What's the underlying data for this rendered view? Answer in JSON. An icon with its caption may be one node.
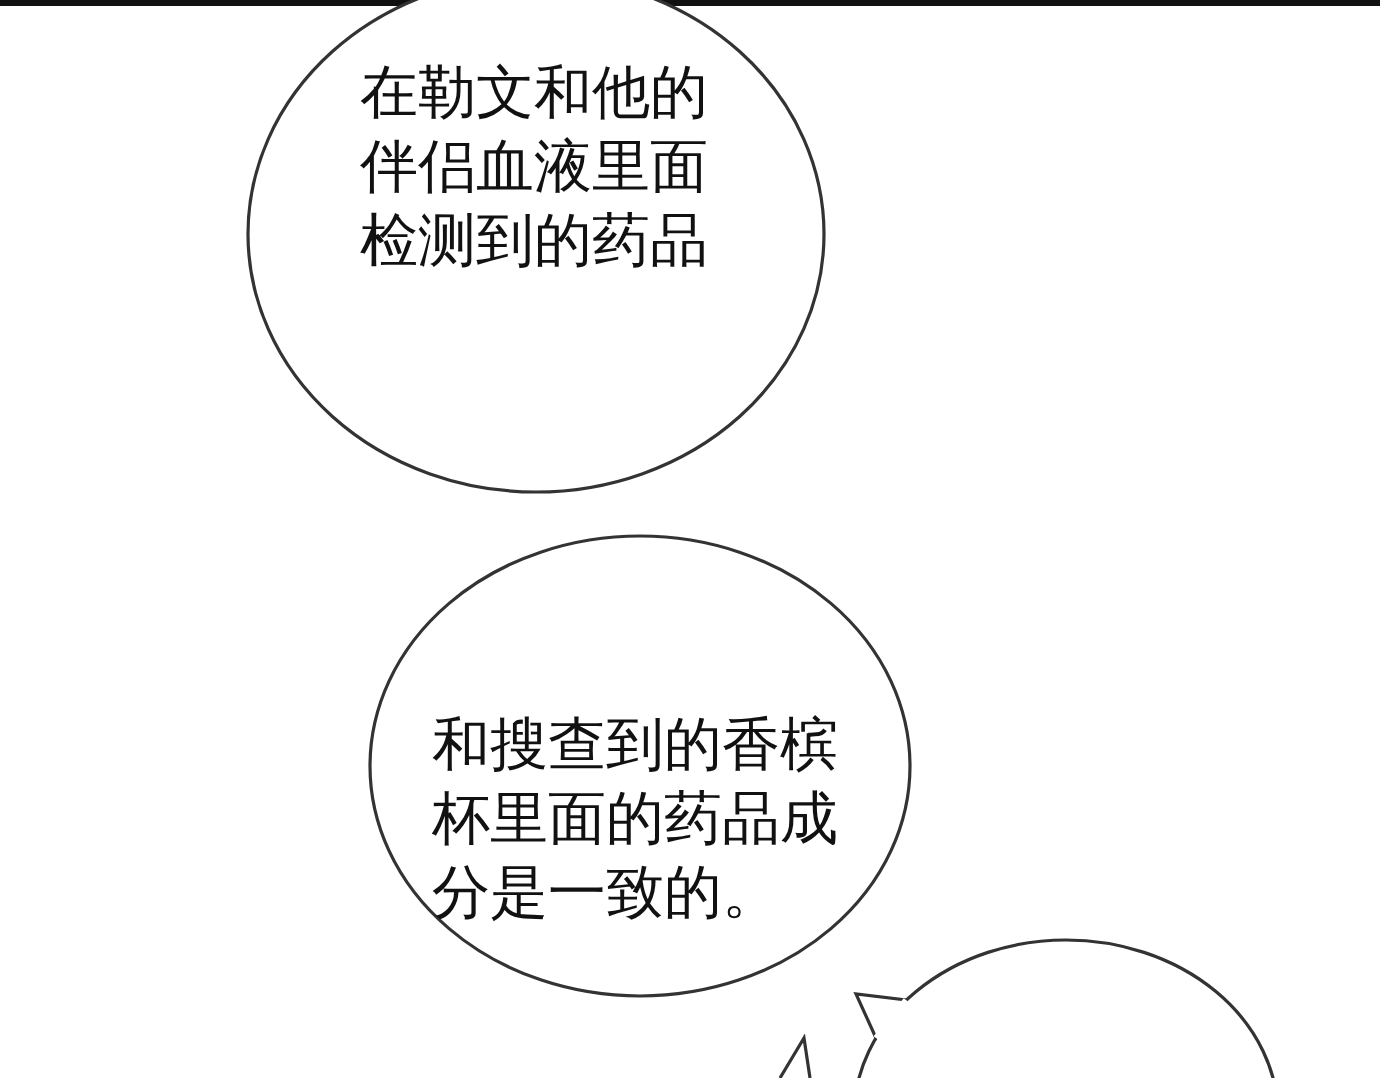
{
  "diagram": {
    "nodes": [
      {
        "text": [
          "在勒文和他的伴侣血液里面检测到的药品"
        ]
      },
      {
        "text": [
          "和搜查到的香槟杯里面的药品成分是一致的。"
        ]
      },
      {
        "text": [],
        "shape": "bubble"
      }
    ],
    "edges": []
  }
}
